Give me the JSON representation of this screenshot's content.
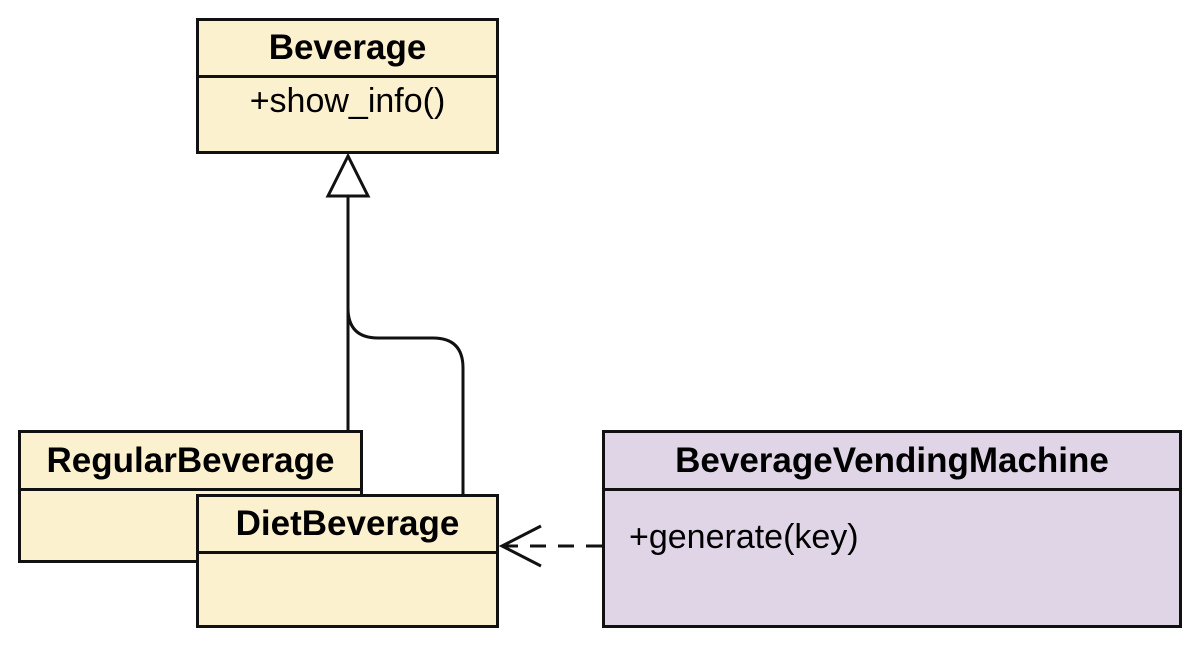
{
  "colors": {
    "base_class_fill": "#fcf1cf",
    "service_class_fill": "#e0d5e6",
    "stroke": "#111111"
  },
  "classes": {
    "beverage": {
      "name": "Beverage",
      "operations": [
        "+show_info()"
      ]
    },
    "regular_beverage": {
      "name": "RegularBeverage",
      "operations": []
    },
    "diet_beverage": {
      "name": "DietBeverage",
      "operations": []
    },
    "vending_machine": {
      "name": "BeverageVendingMachine",
      "operations": [
        "+generate(key)"
      ]
    }
  },
  "relations": [
    {
      "type": "generalization",
      "from": "RegularBeverage",
      "to": "Beverage"
    },
    {
      "type": "generalization",
      "from": "DietBeverage",
      "to": "Beverage"
    },
    {
      "type": "dependency",
      "from": "BeverageVendingMachine",
      "to": "DietBeverage"
    }
  ]
}
